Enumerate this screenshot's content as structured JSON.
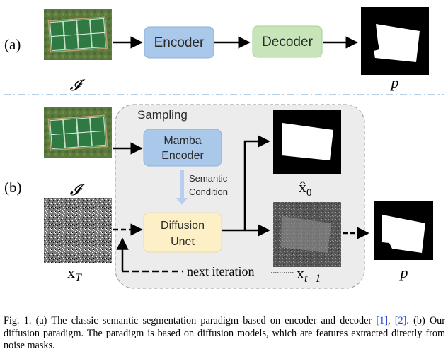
{
  "colors": {
    "encoder_fill": "#aac8ea",
    "decoder_fill": "#c7e5b8",
    "mamba_fill": "#aac8ea",
    "unet_fill": "#fdf0c6",
    "sampling_bg": "#ececec",
    "divider": "#9fc1dc",
    "ref_link": "#1f3fd6",
    "semantic_arrow": "#b9cdf0"
  },
  "panel_a": {
    "label": "(a)",
    "image_label": "𝓘",
    "encoder_label": "Encoder",
    "decoder_label": "Decoder",
    "output_label": "p"
  },
  "panel_b": {
    "label": "(b)",
    "image_label": "𝓘",
    "sampling_title": "Sampling",
    "mamba_line1": "Mamba",
    "mamba_line2": "Encoder",
    "semantic_line1": "Semantic",
    "semantic_line2": "Condition",
    "unet_line1": "Diffusion",
    "unet_line2": "Unet",
    "noise_label": "x",
    "noise_sub": "T",
    "x0_label": "x̂",
    "x0_sub": "0",
    "xt_label": "x",
    "xt_sub": "t−1",
    "next_iteration": "next iteration",
    "output_label": "p"
  },
  "caption": {
    "part1": "Fig. 1.  (a) The classic semantic segmentation paradigm based on encoder and decoder ",
    "ref1": "[1]",
    "sep": ", ",
    "ref2": "[2]",
    "part2": ". (b) Our diffusion paradigm. The paradigm is based on diffusion models, which are features extracted directly from noise masks."
  }
}
